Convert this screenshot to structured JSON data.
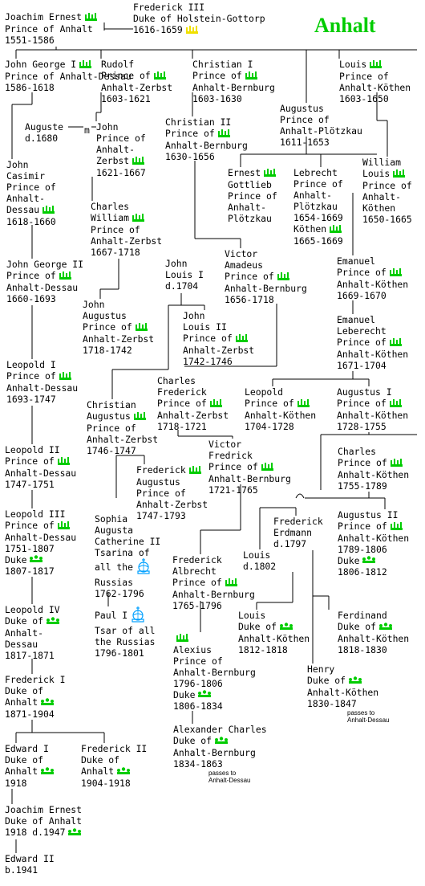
{
  "title": "Anhalt",
  "colors": {
    "title": "#00cc00",
    "crown_prince": "#00cc00",
    "crown_duke": "#00cc00",
    "crown_electoral": "#f0e000",
    "crown_imperial": "#00a0ff"
  },
  "people": [
    {
      "id": "joachim_ernest",
      "lines": [
        "Joachim Ernest",
        "Prince of Anhalt",
        "1551-1586"
      ],
      "crowns": [
        {
          "line": 0,
          "icon": "prince-crown-icon"
        }
      ]
    },
    {
      "id": "frederick_iii",
      "lines": [
        "Frederick III",
        "Duke of Holstein-Gottorp",
        "1616-1659"
      ],
      "crowns": [
        {
          "line": 2,
          "icon": "electoral-crown-icon"
        }
      ]
    },
    {
      "id": "john_george_i",
      "lines": [
        "John George I",
        "Prince of Anhalt-Dessau",
        "1586-1618"
      ],
      "crowns": [
        {
          "line": 0,
          "icon": "prince-crown-icon"
        }
      ]
    },
    {
      "id": "rudolf",
      "lines": [
        "Rudolf",
        "Prince of",
        "Anhalt-Zerbst",
        "1603-1621"
      ],
      "crowns": [
        {
          "line": 1,
          "icon": "prince-crown-icon"
        }
      ]
    },
    {
      "id": "christian_i",
      "lines": [
        "Christian I",
        "Prince of",
        "Anhalt-Bernburg",
        "1603-1630"
      ],
      "crowns": [
        {
          "line": 1,
          "icon": "prince-crown-icon"
        }
      ]
    },
    {
      "id": "louis_kothen",
      "lines": [
        "Louis",
        "Prince of",
        "Anhalt-Köthen",
        "1603-1650"
      ],
      "crowns": [
        {
          "line": 0,
          "icon": "prince-crown-icon"
        }
      ]
    },
    {
      "id": "augustus_plotzkau",
      "lines": [
        "Augustus",
        "Prince of",
        "Anhalt-Plötzkau",
        "1611-1653"
      ],
      "crowns": []
    },
    {
      "id": "auguste",
      "lines": [
        "Auguste",
        "d.1680"
      ],
      "crowns": []
    },
    {
      "id": "john_zerbst",
      "lines": [
        "John",
        "Prince of",
        "Anhalt-",
        "Zerbst",
        "1621-1667"
      ],
      "crowns": [
        {
          "line": 3,
          "icon": "prince-crown-icon"
        }
      ]
    },
    {
      "id": "christian_ii",
      "lines": [
        "Christian II",
        "Prince of",
        "Anhalt-Bernburg",
        "1630-1656"
      ],
      "crowns": [
        {
          "line": 1,
          "icon": "prince-crown-icon"
        }
      ]
    },
    {
      "id": "ernest_gottlieb",
      "lines": [
        "Ernest",
        "Gottlieb",
        "Prince of",
        "Anhalt-",
        "Plötzkau"
      ],
      "crowns": [
        {
          "line": 0,
          "icon": "prince-crown-icon"
        }
      ]
    },
    {
      "id": "lebrecht",
      "lines": [
        "Lebrecht",
        "Prince of",
        "Anhalt-",
        "Plötzkau",
        "1654-1669",
        "Köthen",
        "1665-1669"
      ],
      "crowns": [
        {
          "line": 5,
          "icon": "prince-crown-icon"
        }
      ]
    },
    {
      "id": "william_louis",
      "lines": [
        "William",
        "Louis",
        "Prince of",
        "Anhalt-",
        "Köthen",
        "1650-1665"
      ],
      "crowns": [
        {
          "line": 1,
          "icon": "prince-crown-icon"
        }
      ]
    },
    {
      "id": "john_casimir",
      "lines": [
        "John",
        "Casimir",
        "Prince of",
        "Anhalt-",
        "Dessau",
        "1618-1660"
      ],
      "crowns": [
        {
          "line": 4,
          "icon": "prince-crown-icon"
        }
      ]
    },
    {
      "id": "charles_william",
      "lines": [
        "Charles",
        "William",
        "Prince of",
        "Anhalt-Zerbst",
        "1667-1718"
      ],
      "crowns": [
        {
          "line": 1,
          "icon": "prince-crown-icon"
        }
      ]
    },
    {
      "id": "john_george_ii",
      "lines": [
        "John George II",
        "Prince of",
        "Anhalt-Dessau",
        "1660-1693"
      ],
      "crowns": [
        {
          "line": 1,
          "icon": "prince-crown-icon"
        }
      ]
    },
    {
      "id": "john_louis_i",
      "lines": [
        "John",
        "Louis I",
        "d.1704"
      ],
      "crowns": []
    },
    {
      "id": "victor_amadeus",
      "lines": [
        "Victor",
        "Amadeus",
        "Prince of",
        "Anhalt-Bernburg",
        "1656-1718"
      ],
      "crowns": [
        {
          "line": 2,
          "icon": "prince-crown-icon"
        }
      ]
    },
    {
      "id": "emanuel",
      "lines": [
        "Emanuel",
        "Prince of",
        "Anhalt-Köthen",
        "1669-1670"
      ],
      "crowns": [
        {
          "line": 1,
          "icon": "prince-crown-icon"
        }
      ]
    },
    {
      "id": "john_augustus",
      "lines": [
        "John",
        "Augustus",
        "Prince of",
        "Anhalt-Zerbst",
        "1718-1742"
      ],
      "crowns": [
        {
          "line": 2,
          "icon": "prince-crown-icon"
        }
      ]
    },
    {
      "id": "john_louis_ii",
      "lines": [
        "John",
        "Louis II",
        "Prince of",
        "Anhalt-Zerbst",
        "1742-1746"
      ],
      "crowns": [
        {
          "line": 2,
          "icon": "prince-crown-icon"
        }
      ]
    },
    {
      "id": "emanuel_leberecht",
      "lines": [
        "Emanuel",
        "Leberecht",
        "Prince of",
        "Anhalt-Köthen",
        "1671-1704"
      ],
      "crowns": [
        {
          "line": 2,
          "icon": "prince-crown-icon"
        }
      ]
    },
    {
      "id": "leopold_i",
      "lines": [
        "Leopold I",
        "Prince of",
        "Anhalt-Dessau",
        "1693-1747"
      ],
      "crowns": [
        {
          "line": 1,
          "icon": "prince-crown-icon"
        }
      ]
    },
    {
      "id": "charles_frederick",
      "lines": [
        "Charles",
        "Frederick",
        "Prince of",
        "Anhalt-Zerbst",
        "1718-1721"
      ],
      "crowns": [
        {
          "line": 2,
          "icon": "prince-crown-icon"
        }
      ]
    },
    {
      "id": "leopold_kothen",
      "lines": [
        "Leopold",
        "Prince of",
        "Anhalt-Köthen",
        "1704-1728"
      ],
      "crowns": [
        {
          "line": 1,
          "icon": "prince-crown-icon"
        }
      ]
    },
    {
      "id": "augustus_i",
      "lines": [
        "Augustus I",
        "Prince of",
        "Anhalt-Köthen",
        "1728-1755"
      ],
      "crowns": [
        {
          "line": 1,
          "icon": "prince-crown-icon"
        }
      ]
    },
    {
      "id": "christian_augustus",
      "lines": [
        "Christian",
        "Augustus",
        "Prince of",
        "Anhalt-Zerbst",
        "1746-1747"
      ],
      "crowns": [
        {
          "line": 1,
          "icon": "prince-crown-icon"
        }
      ]
    },
    {
      "id": "victor_fredrick",
      "lines": [
        "Victor",
        "Fredrick",
        "Prince of",
        "Anhalt-Bernburg",
        "1721-1765"
      ],
      "crowns": [
        {
          "line": 2,
          "icon": "prince-crown-icon"
        }
      ]
    },
    {
      "id": "charles_kothen",
      "lines": [
        "Charles",
        "Prince of",
        "Anhalt-Köthen",
        "1755-1789"
      ],
      "crowns": [
        {
          "line": 1,
          "icon": "prince-crown-icon"
        }
      ]
    },
    {
      "id": "leopold_ii",
      "lines": [
        "Leopold II",
        "Prince of",
        "Anhalt-Dessau",
        "1747-1751"
      ],
      "crowns": [
        {
          "line": 1,
          "icon": "prince-crown-icon"
        }
      ]
    },
    {
      "id": "frederick_augustus",
      "lines": [
        "Frederick",
        "Augustus",
        "Prince of",
        "Anhalt-Zerbst",
        "1747-1793"
      ],
      "crowns": [
        {
          "line": 0,
          "icon": "prince-crown-icon"
        }
      ]
    },
    {
      "id": "leopold_iii",
      "lines": [
        "Leopold III",
        "Prince of",
        "Anhalt-Dessau",
        "1751-1807",
        "Duke",
        "1807-1817"
      ],
      "crowns": [
        {
          "line": 1,
          "icon": "prince-crown-icon"
        },
        {
          "line": 4,
          "icon": "duke-crown-icon"
        }
      ]
    },
    {
      "id": "catherine_ii",
      "lines": [
        "Sophia",
        "Augusta",
        "Catherine II",
        "Tsarina of",
        "all the",
        "Russias",
        "1762-1796"
      ],
      "crowns": [
        {
          "line": 4,
          "icon": "imperial-crown-icon"
        }
      ]
    },
    {
      "id": "frederick_erdmann",
      "lines": [
        "Frederick",
        "Erdmann",
        "d.1797"
      ],
      "crowns": []
    },
    {
      "id": "augustus_ii",
      "lines": [
        "Augustus II",
        "Prince of",
        "Anhalt-Köthen",
        "1789-1806",
        "Duke",
        "1806-1812"
      ],
      "crowns": [
        {
          "line": 1,
          "icon": "prince-crown-icon"
        },
        {
          "line": 4,
          "icon": "duke-crown-icon"
        }
      ]
    },
    {
      "id": "frederick_albrecht",
      "lines": [
        "Frederick",
        "Albrecht",
        "Prince of",
        "Anhalt-Bernburg",
        "1765-1796"
      ],
      "crowns": [
        {
          "line": 2,
          "icon": "prince-crown-icon"
        }
      ]
    },
    {
      "id": "louis_d1802",
      "lines": [
        "Louis",
        "d.1802"
      ],
      "crowns": []
    },
    {
      "id": "leopold_iv",
      "lines": [
        "Leopold IV",
        "Duke of",
        "Anhalt-",
        "Dessau",
        "1817-1871"
      ],
      "crowns": [
        {
          "line": 1,
          "icon": "duke-crown-icon"
        }
      ]
    },
    {
      "id": "paul_i",
      "lines": [
        "Paul I",
        "Tsar of all",
        "the Russias",
        "1796-1801"
      ],
      "crowns": [
        {
          "line": 0,
          "icon": "imperial-crown-icon"
        }
      ]
    },
    {
      "id": "louis_kothen_ii",
      "lines": [
        "Louis",
        "Duke of",
        "Anhalt-Köthen",
        "1812-1818"
      ],
      "crowns": [
        {
          "line": 1,
          "icon": "duke-crown-icon"
        }
      ]
    },
    {
      "id": "ferdinand",
      "lines": [
        "Ferdinand",
        "Duke of",
        "Anhalt-Köthen",
        "1818-1830"
      ],
      "crowns": [
        {
          "line": 1,
          "icon": "duke-crown-icon"
        }
      ]
    },
    {
      "id": "alexius",
      "lines": [
        "",
        "Alexius",
        "Prince of",
        "Anhalt-Bernburg",
        "1796-1806",
        "Duke",
        "1806-1834"
      ],
      "crowns": [
        {
          "line": 0,
          "icon": "prince-crown-icon"
        },
        {
          "line": 5,
          "icon": "duke-crown-icon"
        }
      ]
    },
    {
      "id": "henry",
      "lines": [
        "Henry",
        "Duke of",
        "Anhalt-Köthen",
        "1830-1847"
      ],
      "crowns": [
        {
          "line": 1,
          "icon": "duke-crown-icon"
        }
      ]
    },
    {
      "id": "frederick_i",
      "lines": [
        "Frederick I",
        "Duke of",
        "Anhalt",
        "1871-1904"
      ],
      "crowns": [
        {
          "line": 2,
          "icon": "duke-crown-icon"
        }
      ]
    },
    {
      "id": "alexander_charles",
      "lines": [
        "Alexander Charles",
        "Duke of",
        "Anhalt-Bernburg",
        "1834-1863"
      ],
      "crowns": [
        {
          "line": 1,
          "icon": "duke-crown-icon"
        }
      ]
    },
    {
      "id": "edward_i",
      "lines": [
        "Edward I",
        "Duke of",
        "Anhalt",
        "1918"
      ],
      "crowns": [
        {
          "line": 2,
          "icon": "duke-crown-icon"
        }
      ]
    },
    {
      "id": "frederick_ii",
      "lines": [
        "Frederick II",
        "Duke of",
        "Anhalt",
        "1904-1918"
      ],
      "crowns": [
        {
          "line": 2,
          "icon": "duke-crown-icon"
        }
      ]
    },
    {
      "id": "joachim_ernest_2",
      "lines": [
        "Joachim Ernest",
        "Duke of Anhalt",
        "1918 d.1947"
      ],
      "crowns": [
        {
          "line": 2,
          "icon": "duke-crown-icon"
        }
      ]
    },
    {
      "id": "edward_ii",
      "lines": [
        "Edward II",
        "b.1941"
      ],
      "crowns": []
    }
  ],
  "marriage_symbol": "m",
  "notes": [
    {
      "id": "note_kothen",
      "lines": [
        "passes to",
        "Anhalt-Dessau"
      ]
    },
    {
      "id": "note_bernburg",
      "lines": [
        "passes to",
        "Anhalt-Dessau"
      ]
    }
  ]
}
